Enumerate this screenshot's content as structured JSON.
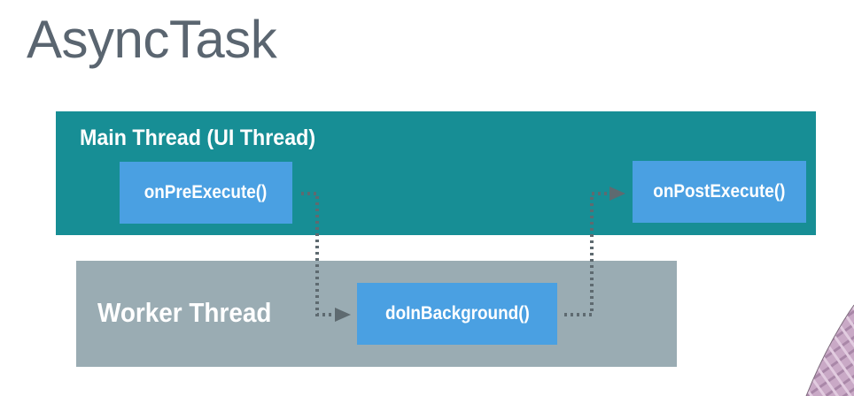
{
  "slide": {
    "title": "AsyncTask"
  },
  "lanes": {
    "main": {
      "label": "Main Thread (UI Thread)"
    },
    "worker": {
      "label": "Worker Thread"
    }
  },
  "methods": {
    "pre_execute": "onPreExecute()",
    "do_in_background": "doInBackground()",
    "post_execute": "onPostExecute()"
  },
  "colors": {
    "main_thread_bg": "#178e95",
    "worker_thread_bg": "#9aacb3",
    "method_box_bg": "#4aa0e2",
    "title_text": "#5a6570",
    "arrow": "#5e6a70"
  },
  "flow": [
    {
      "from": "onPreExecute()",
      "to": "doInBackground()",
      "style": "dotted-arrow"
    },
    {
      "from": "doInBackground()",
      "to": "onPostExecute()",
      "style": "dotted-arrow"
    }
  ]
}
